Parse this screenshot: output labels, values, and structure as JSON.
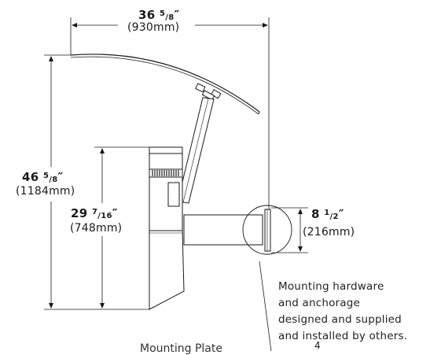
{
  "dimensions": {
    "width": {
      "main": "36",
      "num": "5",
      "den": "8",
      "unit": "″",
      "metric": "(930mm)"
    },
    "height_total": {
      "main": "46",
      "num": "5",
      "den": "8",
      "unit": "″",
      "metric": "(1184mm)"
    },
    "height_body": {
      "main": "29",
      "num": "7",
      "den": "16",
      "unit": "″",
      "metric": "(748mm)"
    },
    "plate": {
      "main": "8",
      "num": "1",
      "den": "2",
      "unit": "″",
      "metric": "(216mm)"
    }
  },
  "note": {
    "lines": [
      "Mounting hardware",
      "and anchorage",
      "designed and supplied",
      "and installed by others."
    ]
  },
  "callout": {
    "label": "Mounting Plate",
    "marker": "4"
  },
  "colors": {
    "line": "#1a1a1a",
    "fill_light": "#ffffff",
    "fill_shade": "#d9d9d9"
  }
}
